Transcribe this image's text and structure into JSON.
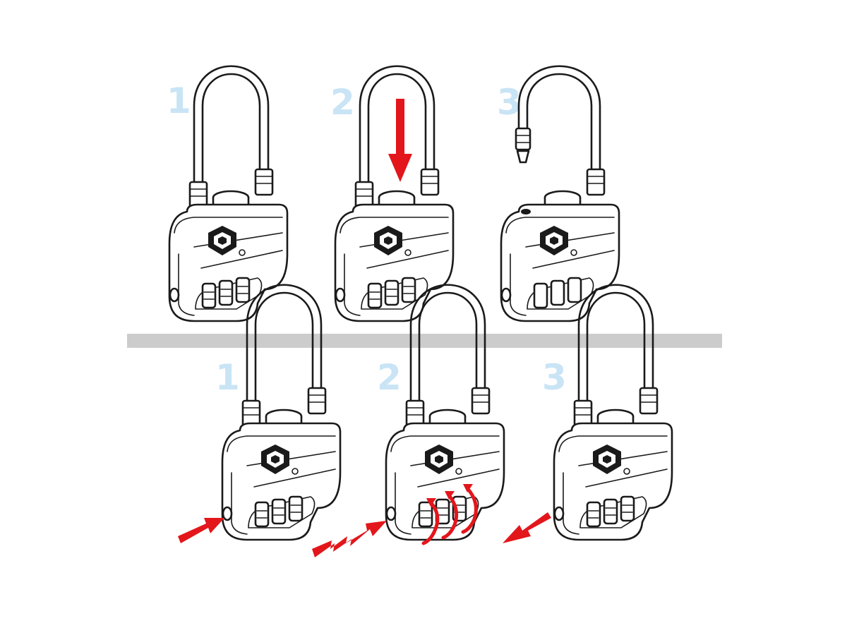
{
  "colors": {
    "step_number": "#c9e4f5",
    "arrow": "#e3161b",
    "divider": "#cccccc",
    "ink": "#1a1a1a"
  },
  "top_row": {
    "steps": [
      {
        "number": "1",
        "action": "none"
      },
      {
        "number": "2",
        "action": "press-button-down"
      },
      {
        "number": "3",
        "action": "shackle-released"
      }
    ]
  },
  "bottom_row": {
    "steps": [
      {
        "number": "1",
        "action": "press-side-pin"
      },
      {
        "number": "2",
        "action": "hold-pin-and-rotate-dials"
      },
      {
        "number": "3",
        "action": "release-pin"
      }
    ]
  },
  "icons": {
    "lock": "padlock-icon",
    "tsa_mark": "tsa-diamond-icon",
    "registered": "registered-mark-icon"
  }
}
